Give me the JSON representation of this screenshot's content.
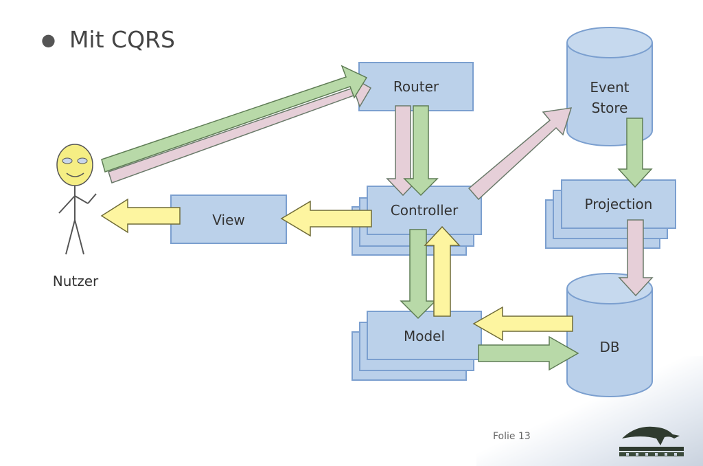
{
  "slide": {
    "title": "Mit CQRS",
    "footer": "Folie 13"
  },
  "nodes": {
    "router": "Router",
    "controller": "Controller",
    "view": "View",
    "model": "Model",
    "event_store": "Event Store",
    "event_store_line1": "Event",
    "event_store_line2": "Store",
    "projection": "Projection",
    "db": "DB",
    "user": "Nutzer"
  },
  "colors": {
    "box_fill": "#bad0ea",
    "box_stroke": "#7b9fcf",
    "arrow_green": "#b8d9a8",
    "arrow_pink": "#e6cfd8",
    "arrow_yellow": "#fdf5a0",
    "stickman_face": "#f5ee84"
  },
  "icons": {
    "user": "stick-figure-icon",
    "logo": "bird-logo-icon"
  }
}
